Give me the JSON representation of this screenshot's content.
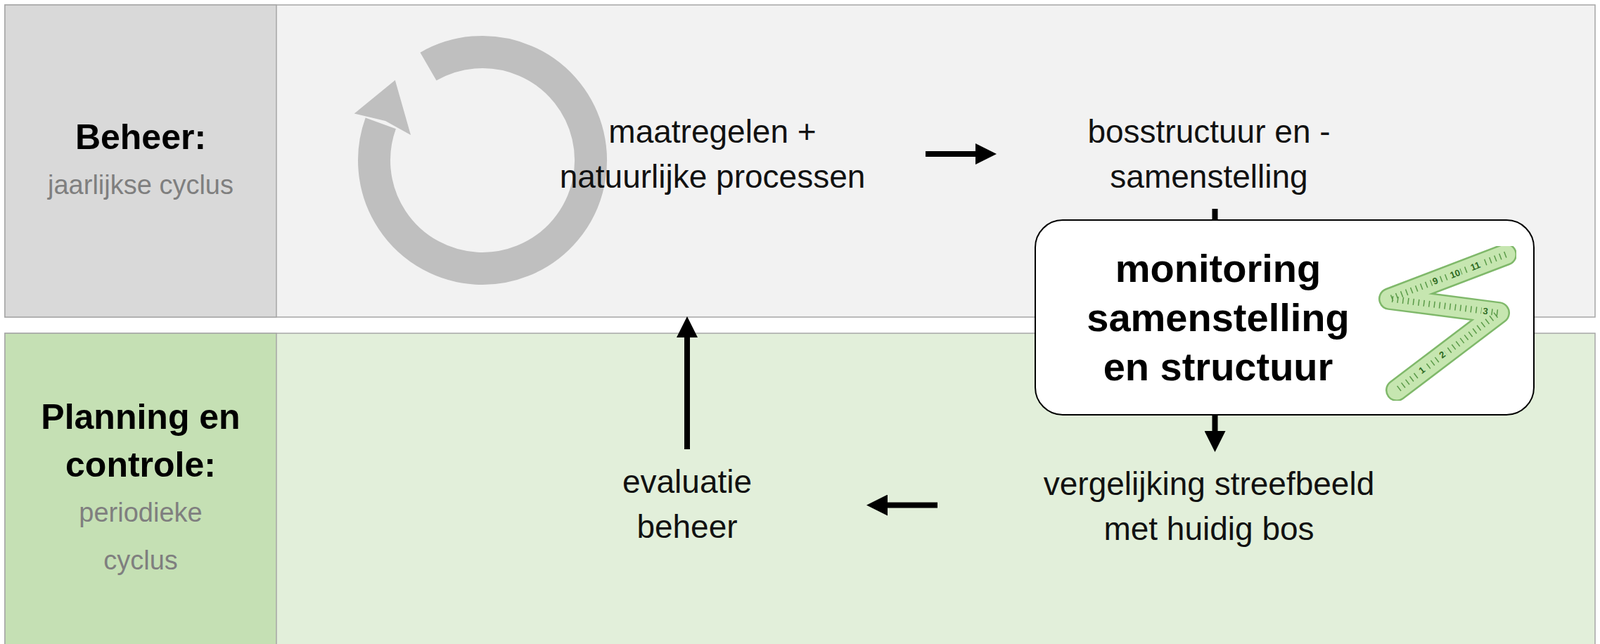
{
  "diagram": {
    "nodes": [
      {
        "text": [
          "Beheer:",
          "jaarlijkse cyclus"
        ]
      },
      {
        "text": [
          "maatregelen + natuurlijke processen"
        ],
        "in": 0
      },
      {
        "text": [
          "bosstructuur en -samenstelling"
        ],
        "in": 0
      },
      {
        "text": [
          "monitoring samenstelling en structuur"
        ]
      },
      {
        "text": [
          "Planning en controle:",
          "periodieke cyclus"
        ]
      },
      {
        "text": [
          "vergelijking streefbeeld met huidig bos"
        ],
        "in": 4
      },
      {
        "text": [
          "evaluatie beheer"
        ],
        "in": 4
      }
    ],
    "edges": [
      {
        "from": 1,
        "to": 2,
        "arrow": "to"
      },
      {
        "from": 2,
        "to": 3,
        "arrow": "none"
      },
      {
        "from": 3,
        "to": 5,
        "arrow": "to"
      },
      {
        "from": 5,
        "to": 6,
        "arrow": "to"
      },
      {
        "from": 6,
        "to": 0,
        "arrow": "to"
      }
    ],
    "labels": [
      "9",
      "10",
      "11",
      "3",
      "1",
      "2"
    ]
  }
}
